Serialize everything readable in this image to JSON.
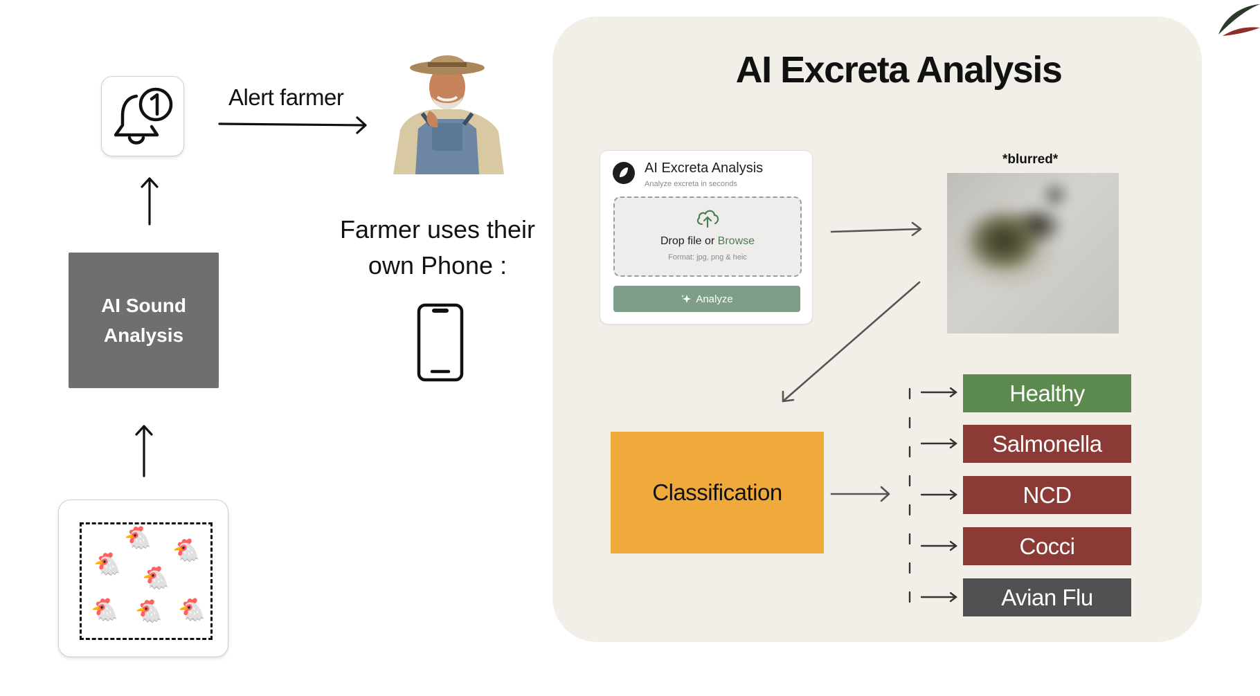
{
  "colors": {
    "panel_bg": "#f2efe8",
    "sound_box": "#6f6f6f",
    "classification": "#f0a93b",
    "healthy": "#5c8a4e",
    "disease": "#8b3a36",
    "avian_flu": "#515151",
    "analyze_button": "#7f9e8a",
    "browse_link": "#4d7d50"
  },
  "left": {
    "alert_label": "Alert farmer",
    "sound_box": {
      "line1": "AI Sound",
      "line2": "Analysis"
    },
    "phone_text": {
      "line1": "Farmer uses their",
      "line2": "own Phone :"
    }
  },
  "panel": {
    "title": "AI Excreta Analysis",
    "app": {
      "name": "AI Excreta Analysis",
      "subtitle": "Analyze excreta in seconds",
      "drop_text": "Drop file or ",
      "browse": "Browse",
      "formats": "Format: jpg, png & heic",
      "analyze_label": "Analyze"
    },
    "blur_label": "*blurred*",
    "classification": "Classification",
    "results": [
      {
        "label": "Healthy",
        "color": "#5c8a4e"
      },
      {
        "label": "Salmonella",
        "color": "#8b3a36"
      },
      {
        "label": "NCD",
        "color": "#8b3a36"
      },
      {
        "label": "Cocci",
        "color": "#8b3a36"
      },
      {
        "label": "Avian Flu",
        "color": "#515151"
      }
    ]
  },
  "icons": [
    "bell-icon",
    "notification-badge-icon",
    "farmer-illustration",
    "smartphone-icon",
    "chicken-icon",
    "upload-cloud-icon",
    "sparkle-icon",
    "leaf-logo-icon"
  ]
}
